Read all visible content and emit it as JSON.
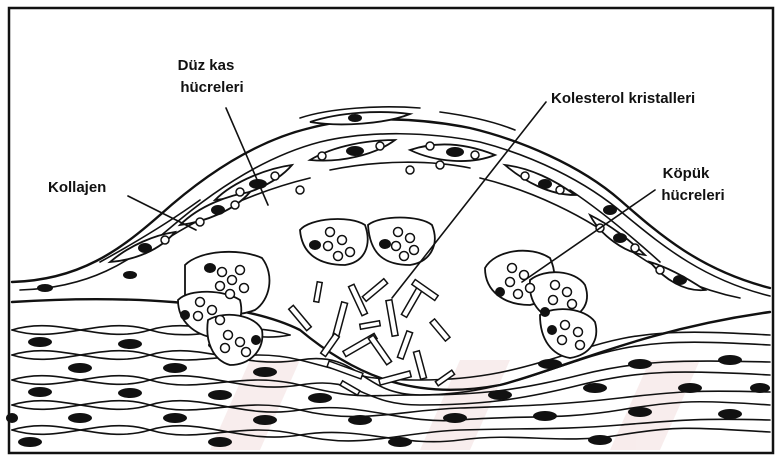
{
  "diagram": {
    "labels": {
      "smooth_muscle_line1": "Düz kas",
      "smooth_muscle_line2": "hücreleri",
      "cholesterol": "Kolesterol kristalleri",
      "collagen": "Kollajen",
      "foam_line1": "Köpük",
      "foam_line2": "hücreleri"
    },
    "colors": {
      "ink": "#111111",
      "background": "#ffffff",
      "watermark": "#f3dede"
    }
  }
}
